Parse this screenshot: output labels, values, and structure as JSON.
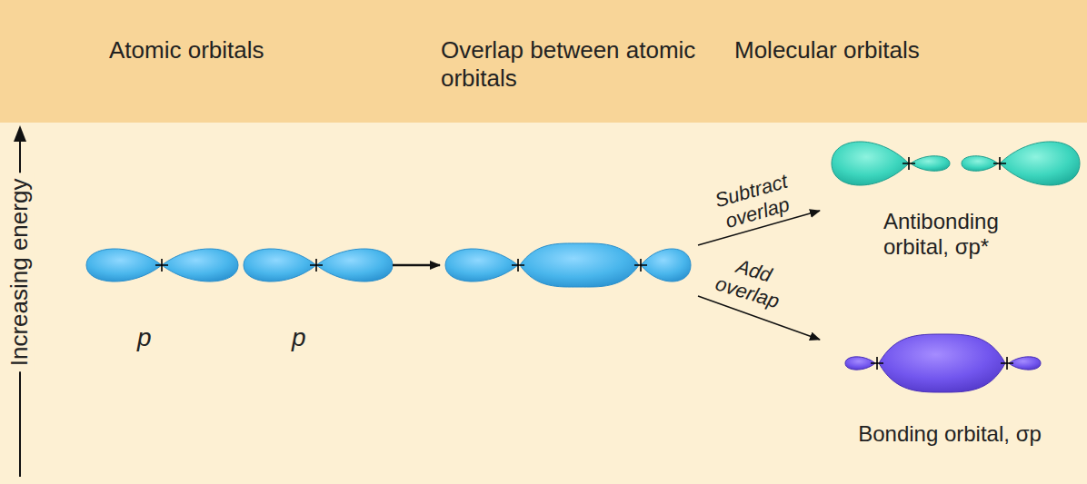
{
  "diagram": {
    "nodes": [
      {
        "text": [
          "Atomic orbitals",
          "Overlap between atomic orbitals",
          "Molecular orbitals"
        ]
      }
    ],
    "labels": [
      "Increasing energy",
      "p",
      "p",
      "Subtract overlap",
      "Add overlap",
      "Antibonding orbital, σp*",
      "Bonding orbital, σp"
    ]
  }
}
